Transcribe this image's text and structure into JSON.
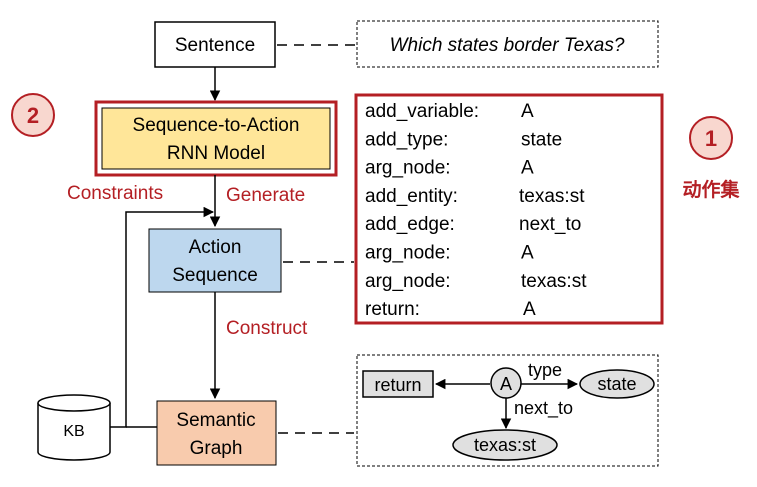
{
  "colors": {
    "dark_red": "#b41f24",
    "badge_fill": "#f8d7cf",
    "seq_fill": "#ffe699",
    "action_fill": "#bdd7ee",
    "semantic_fill": "#f8cbad",
    "node_fill": "#e0e0e0",
    "line": "#000000"
  },
  "boxes": {
    "sentence": "Sentence",
    "question": "Which states border Texas?",
    "seq_line1": "Sequence-to-Action",
    "seq_line2": "RNN Model",
    "action_line1": "Action",
    "action_line2": "Sequence",
    "semantic_line1": "Semantic",
    "semantic_line2": "Graph",
    "kb": "KB"
  },
  "edge_labels": {
    "constraints": "Constraints",
    "generate": "Generate",
    "construct": "Construct"
  },
  "badges": {
    "left": "2",
    "right": "1",
    "right_caption": "动作集"
  },
  "actions": [
    {
      "op": "add_variable:",
      "arg": "A"
    },
    {
      "op": "add_type:",
      "arg": "state"
    },
    {
      "op": "arg_node:",
      "arg": "A"
    },
    {
      "op": "add_entity:",
      "arg": "texas:st"
    },
    {
      "op": "add_edge:",
      "arg": "next_to"
    },
    {
      "op": "arg_node:",
      "arg": "A"
    },
    {
      "op": "arg_node:",
      "arg": "texas:st"
    },
    {
      "op": "return:",
      "arg": "A"
    }
  ],
  "graph": {
    "return_label": "return",
    "var_label": "A",
    "type_edge": "type",
    "state_label": "state",
    "next_edge": "next_to",
    "entity_label": "texas:st"
  }
}
